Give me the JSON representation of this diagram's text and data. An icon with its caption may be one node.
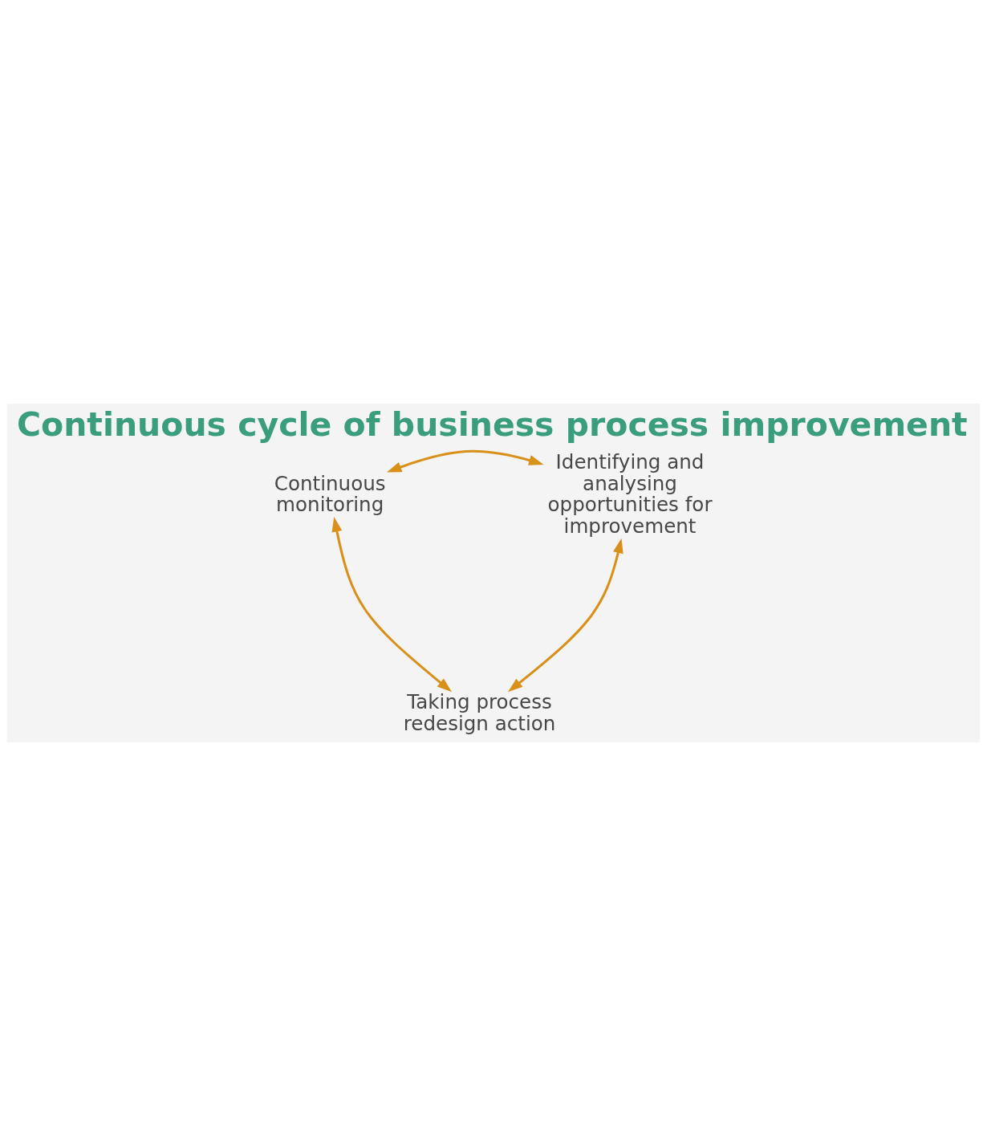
{
  "diagram": {
    "title": "Continuous cycle of business process improvement",
    "nodes": [
      {
        "text": [
          "Continuous monitoring"
        ]
      },
      {
        "text": [
          "Identifying and analysing opportunities for improvement"
        ]
      },
      {
        "text": [
          "Taking process redesign action"
        ]
      }
    ],
    "edges": [
      {
        "from": 0,
        "to": 1,
        "arrow": "both"
      },
      {
        "from": 1,
        "to": 2,
        "arrow": "both"
      },
      {
        "from": 0,
        "to": 2,
        "arrow": "both"
      }
    ]
  }
}
